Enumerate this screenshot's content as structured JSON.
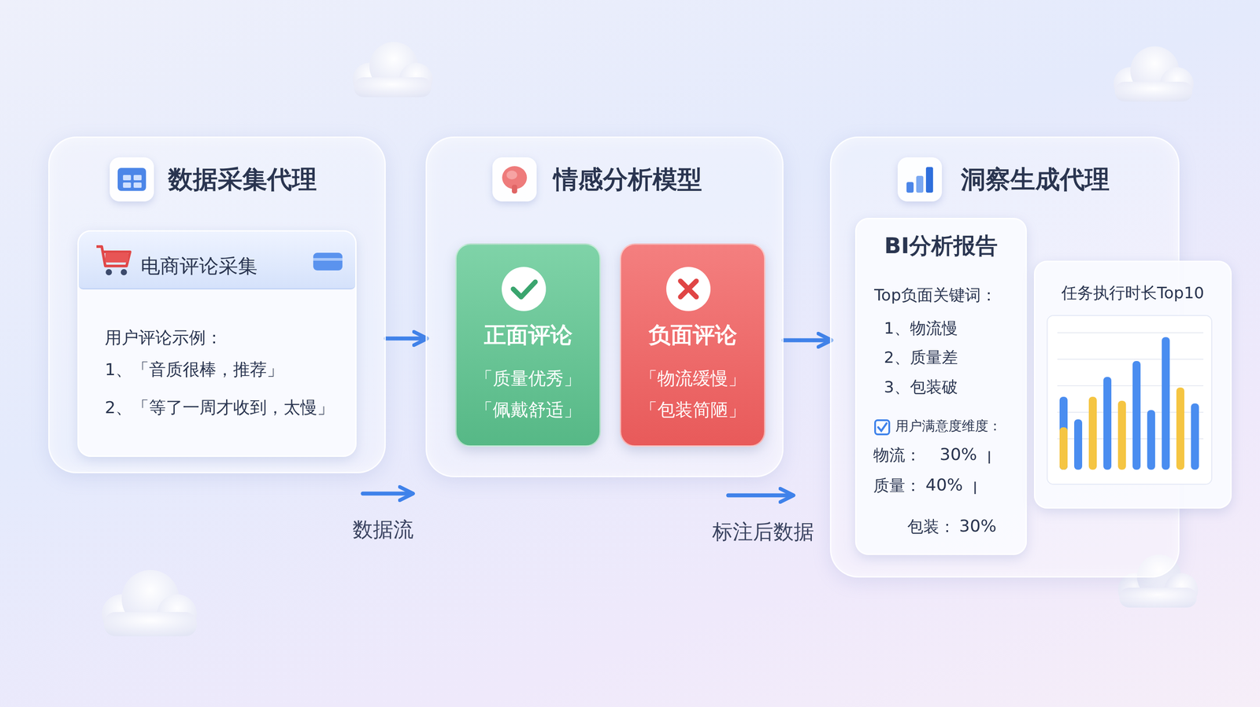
{
  "diagram": {
    "nodes": [
      {
        "text": [
          "数据采集代理"
        ]
      },
      {
        "text": [
          "电商评论采集",
          "用户评论示例：",
          "1、「音质很棒，推荐」",
          "2、「等了一周才收到，太慢」"
        ],
        "in": 0
      },
      {
        "text": [
          "情感分析模型"
        ]
      },
      {
        "text": [
          "正面评论",
          "「质量优秀」",
          "「佩戴舒适」"
        ],
        "in": 2
      },
      {
        "text": [
          "负面评论",
          "「物流缓慢」",
          "「包装简陋」"
        ],
        "in": 2
      },
      {
        "text": [
          "洞察生成代理"
        ]
      },
      {
        "text": [
          "BI分析报告",
          "Top负面关键词：",
          "1、物流慢",
          "2、质量差",
          "3、包装破",
          "用户满意度维度：",
          "物流：",
          "30%",
          "质量：",
          "40%",
          "包装：",
          "30%"
        ],
        "in": 5
      },
      {
        "text": [
          "任务执行时长Top10"
        ],
        "in": 5
      }
    ],
    "edges": [
      {
        "from": 0,
        "to": 2,
        "arrow": "to"
      },
      {
        "from": 2,
        "to": 5,
        "arrow": "to"
      }
    ],
    "labels": [
      "数据流",
      "标注后数据"
    ]
  }
}
